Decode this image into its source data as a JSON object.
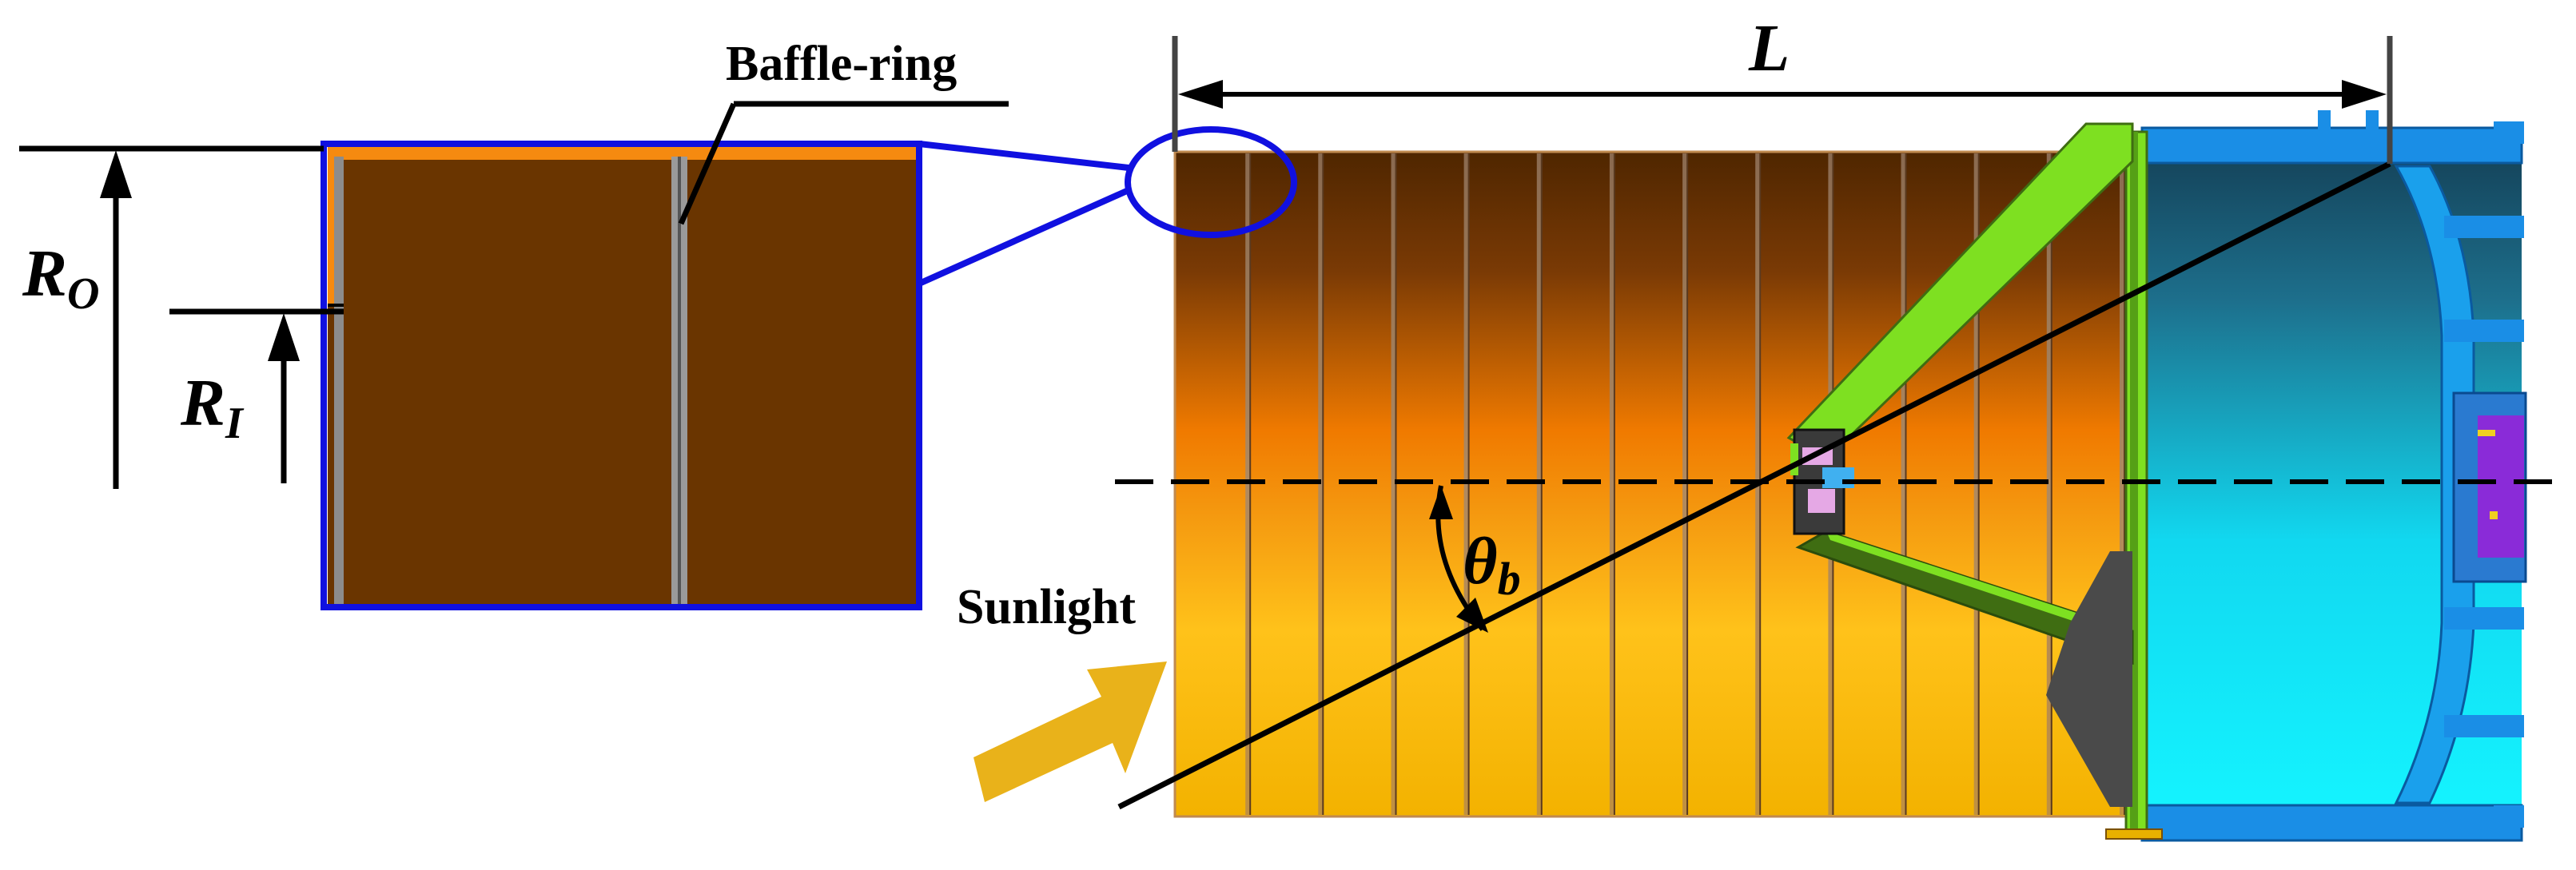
{
  "labels": {
    "baffle_ring": "Baffle-ring",
    "length": "L",
    "outer_radius_main": "R",
    "outer_radius_sub": "O",
    "inner_radius_main": "R",
    "inner_radius_sub": "I",
    "angle_main": "θ",
    "angle_sub": "b",
    "sunlight": "Sunlight"
  },
  "colors": {
    "baffle_top": "#5a2c00",
    "baffle_mid": "#f07800",
    "baffle_bottom": "#ffc400",
    "zoom_outline": "#1010e0",
    "zoom_fill": "#6a3500",
    "zoom_rim": "#f58a10",
    "strut": "#7ee021",
    "strut_dark": "#3f6d12",
    "cyan_dark": "#14506a",
    "cyan_light": "#11f0ff",
    "blue_frame": "#1a8ee6",
    "purple": "#8a2bd8",
    "sun_arrow": "#e9b21a"
  },
  "vane_count": 13
}
